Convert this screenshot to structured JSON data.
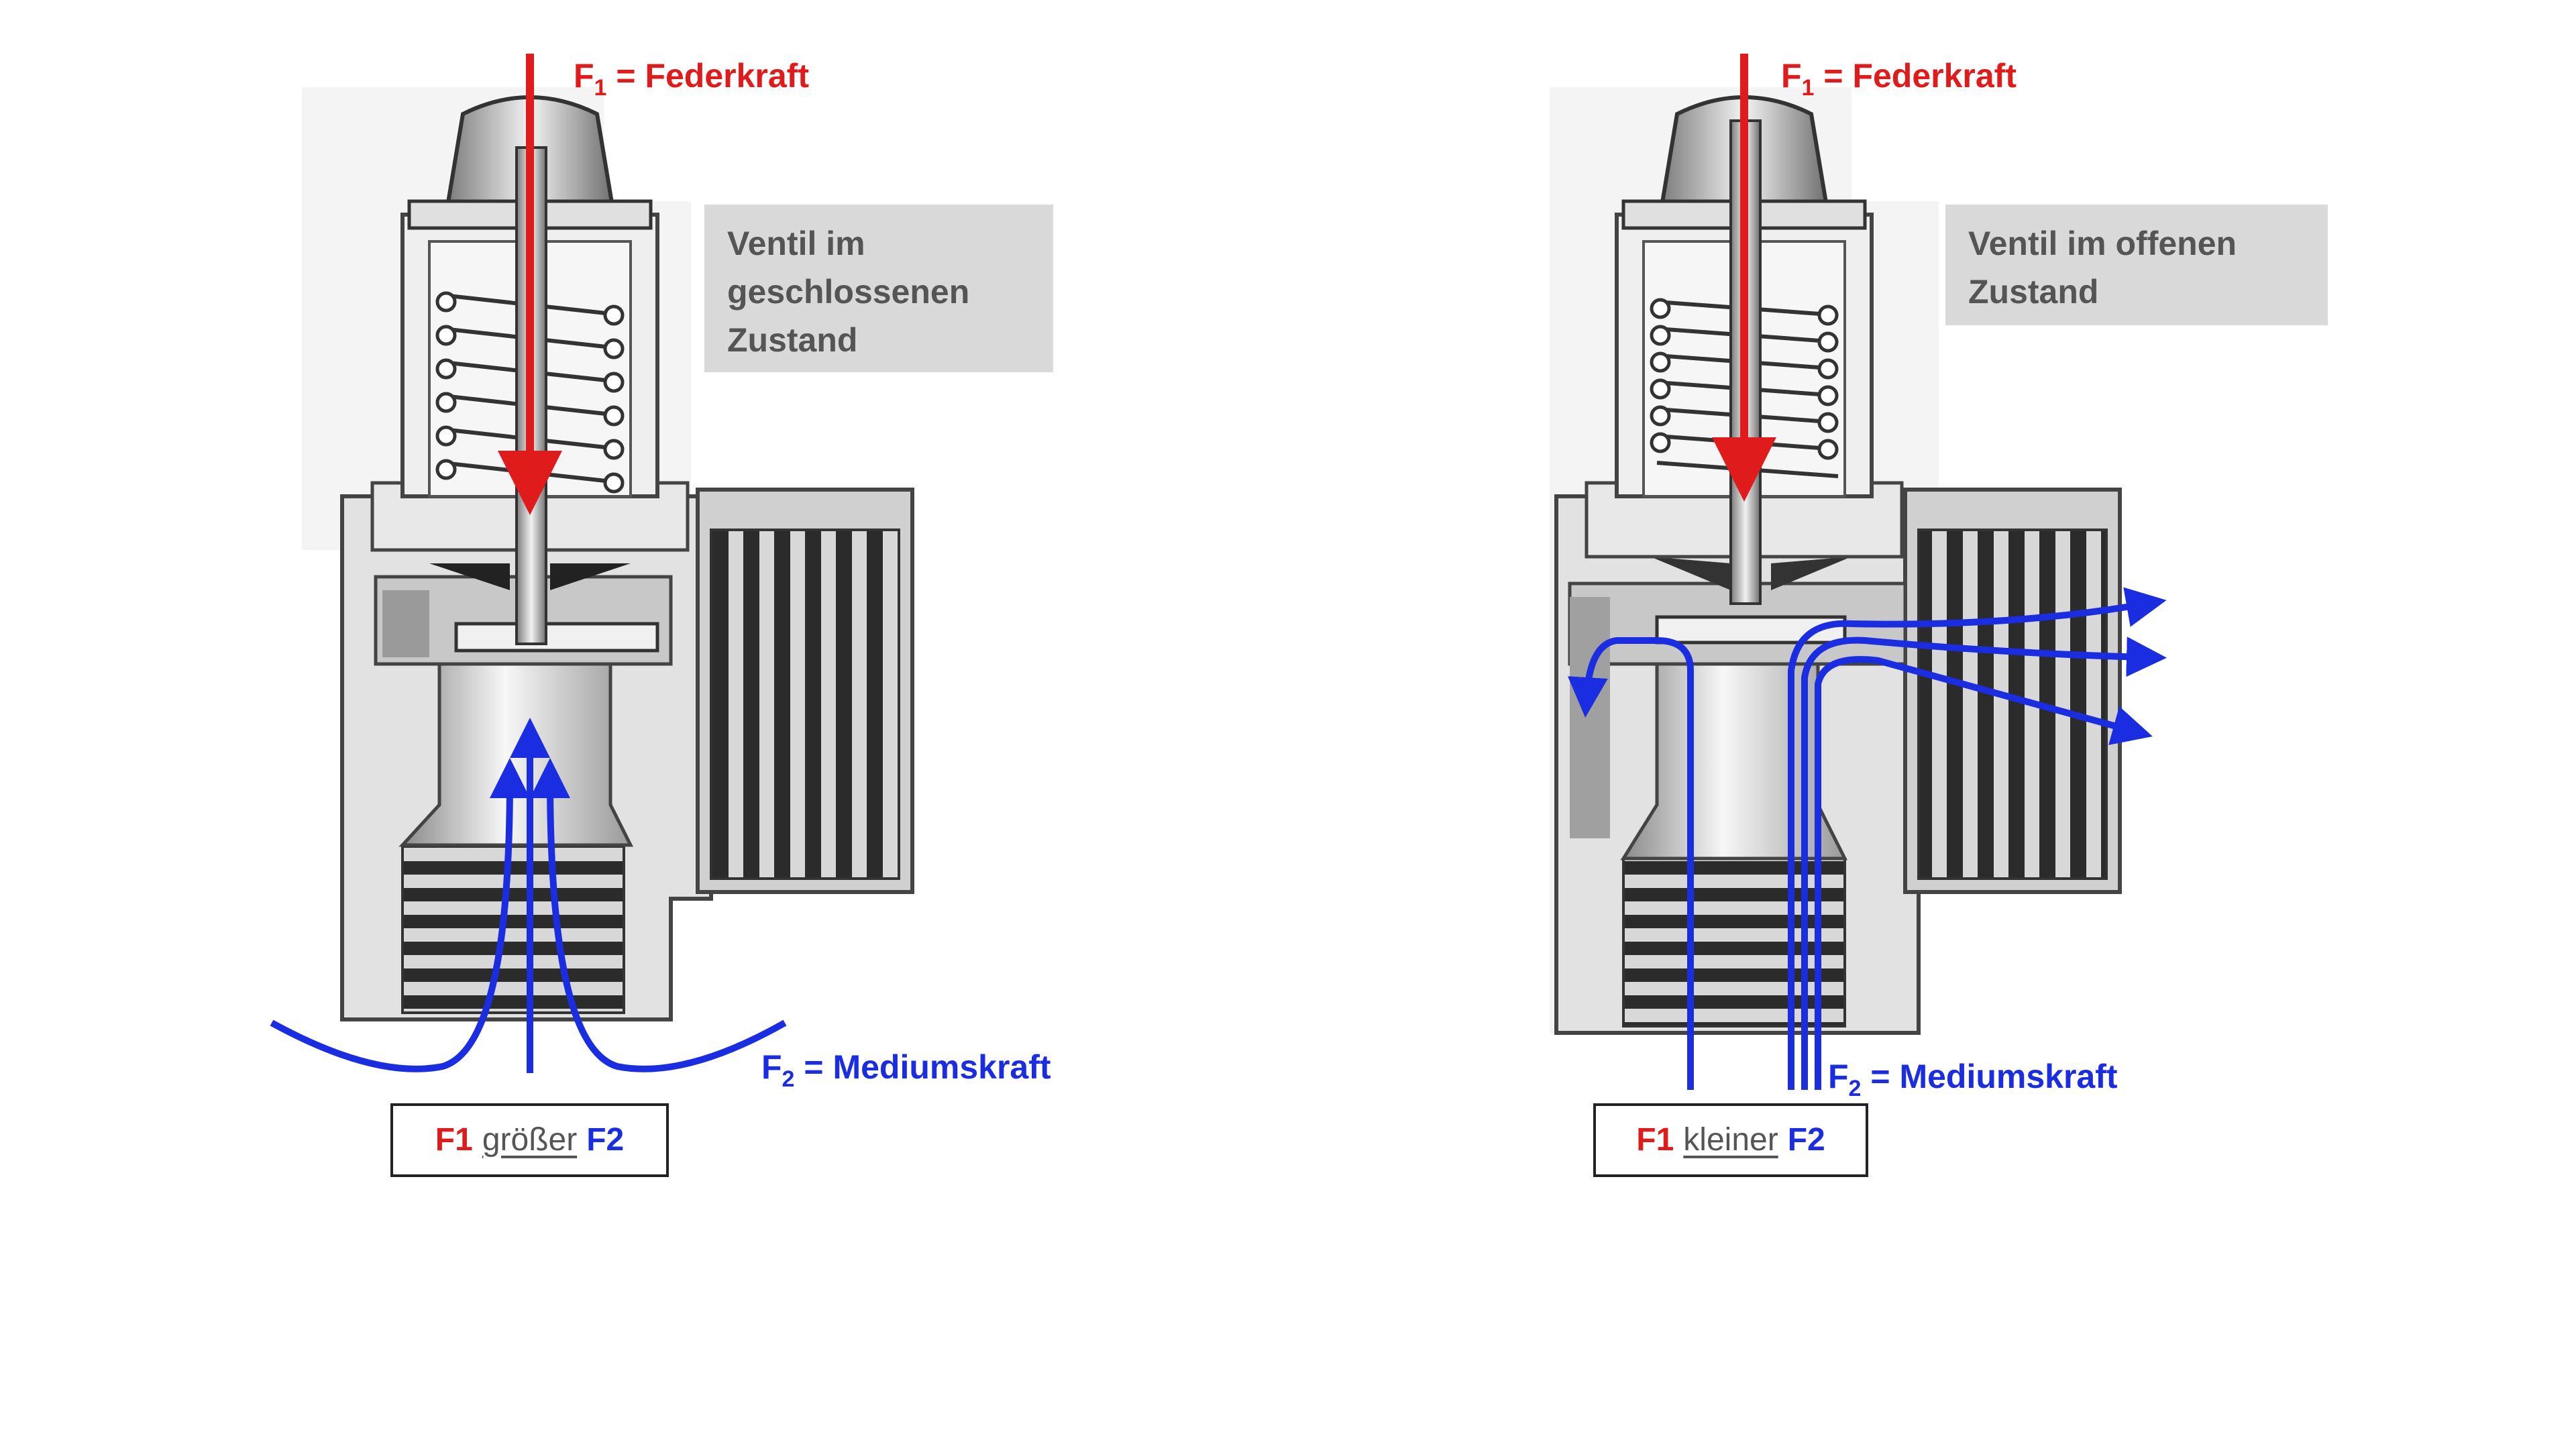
{
  "colors": {
    "spring_force": "#e01b1b",
    "medium_force": "#1a2de0",
    "state_box_bg": "#d9d9d9",
    "state_box_text": "#555555"
  },
  "left": {
    "force1_prefix": "F",
    "force1_sub": "1",
    "force1_text": " = Federkraft",
    "force2_prefix": "F",
    "force2_sub": "2",
    "force2_text": " = Mediumskraft",
    "state_lines": [
      "Ventil im",
      "geschlossenen",
      "Zustand"
    ],
    "compare_f1": "F1",
    "compare_word": "größer",
    "compare_f2": "F2"
  },
  "right": {
    "force1_prefix": "F",
    "force1_sub": "1",
    "force1_text": " = Federkraft",
    "force2_prefix": "F",
    "force2_sub": "2",
    "force2_text": " = Mediumskraft",
    "state_lines": [
      "Ventil im offenen",
      "Zustand"
    ],
    "compare_f1": "F1",
    "compare_word": "kleiner",
    "compare_f2": "F2"
  }
}
